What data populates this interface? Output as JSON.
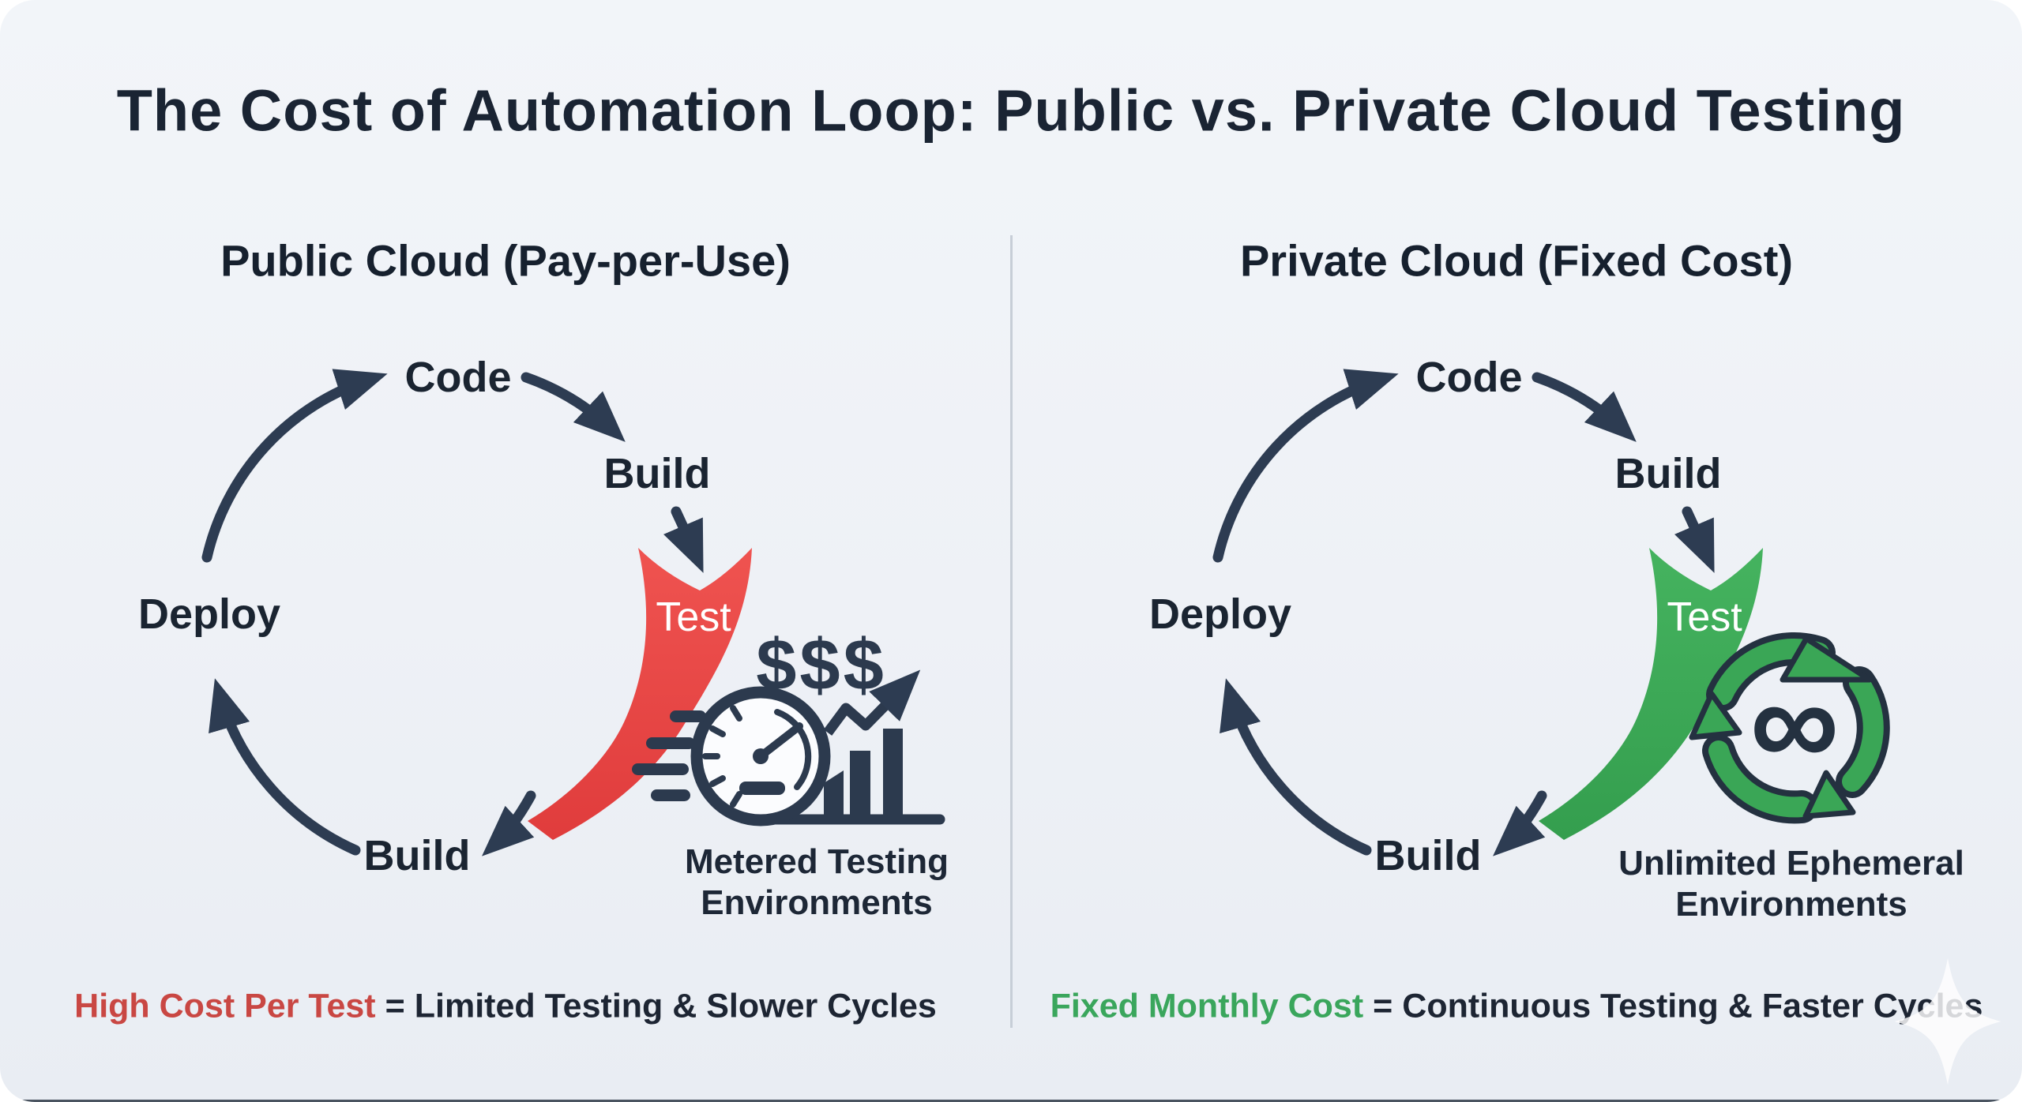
{
  "title": "The Cost of Automation Loop: Public vs. Private Cloud Testing",
  "panels": {
    "public": {
      "heading": "Public Cloud (Pay-per-Use)",
      "cycle": {
        "top": "Code",
        "right": "Build",
        "test_label": "Test",
        "bottom": "Build",
        "left": "Deploy"
      },
      "cost_symbol": "$$$",
      "caption": {
        "line1": "Metered Testing",
        "line2": "Environments"
      },
      "summary": {
        "highlight": "High Cost Per Test",
        "equals": "=",
        "rest": "Limited Testing & Slower Cycles"
      }
    },
    "private": {
      "heading": "Private Cloud (Fixed Cost)",
      "cycle": {
        "top": "Code",
        "right": "Build",
        "test_label": "Test",
        "bottom": "Build",
        "left": "Deploy"
      },
      "infinity_symbol": "∞",
      "caption": {
        "line1": "Unlimited Ephemeral",
        "line2": "Environments"
      },
      "summary": {
        "highlight": "Fixed Monthly Cost",
        "equals": "=",
        "rest": "Continuous Testing & Faster Cycles"
      }
    }
  },
  "icons": {
    "public": [
      "down-cost-arrow-icon",
      "speedometer-icon",
      "rising-bar-chart-icon"
    ],
    "private": [
      "down-cost-arrow-icon",
      "recycle-loop-icon",
      "infinity-icon"
    ],
    "watermark": "sparkle-icon"
  },
  "colors": {
    "background": "#eef1f6",
    "navy_arrows": "#2d3c52",
    "text_dark": "#1a2433",
    "divider": "#c7ced7",
    "public_accent": "#e64545",
    "public_highlight_text": "#c94743",
    "private_accent": "#3aa656",
    "private_highlight_text": "#3aa65c",
    "test_label_text": "#ffffff"
  }
}
